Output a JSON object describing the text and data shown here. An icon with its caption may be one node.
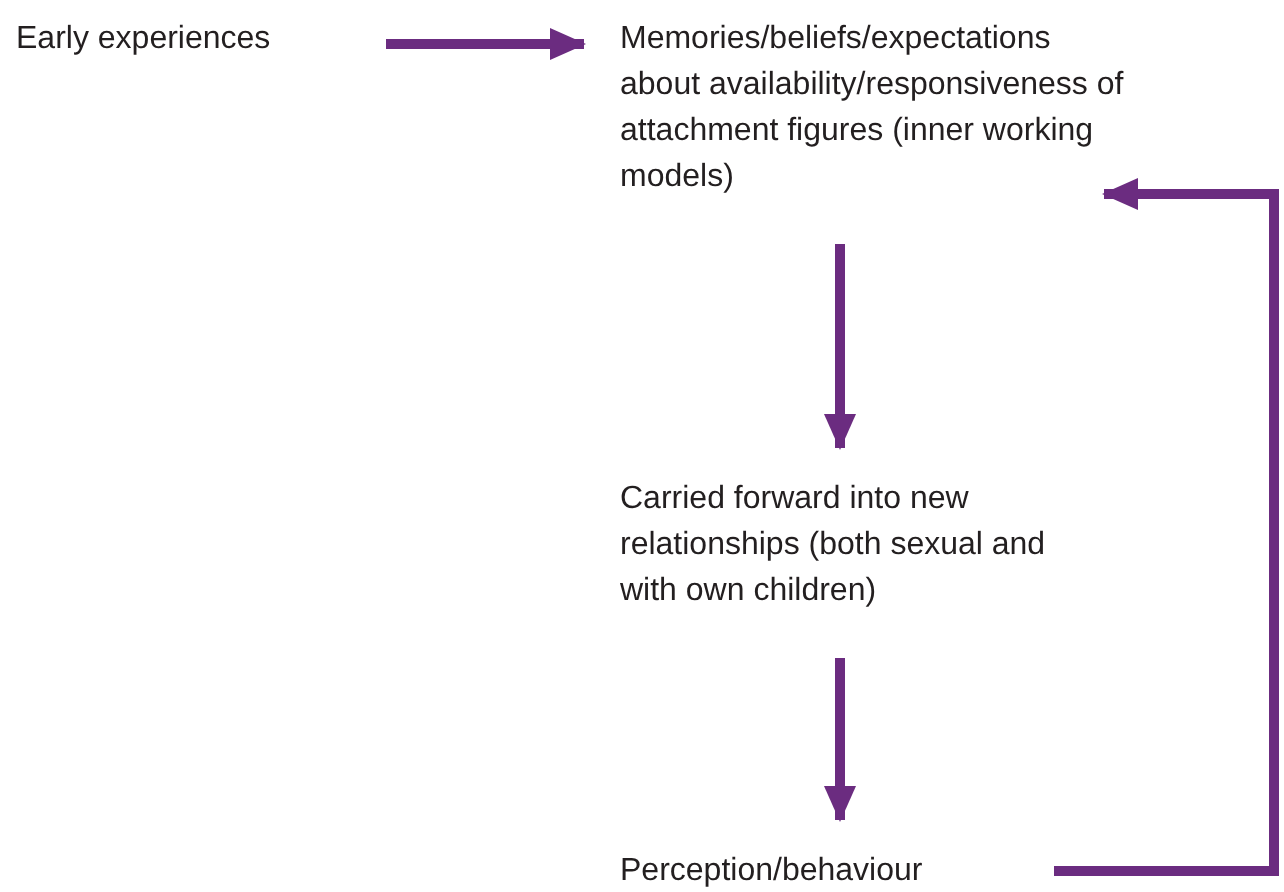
{
  "diagram": {
    "nodes": [
      {
        "text": [
          "Early experiences"
        ]
      },
      {
        "text": [
          "Memories/beliefs/expectations about availability/responsiveness of attachment figures (inner working models)"
        ]
      },
      {
        "text": [
          "Carried forward into new relationships (both sexual and with own children)"
        ]
      },
      {
        "text": [
          "Perception/behaviour"
        ]
      }
    ],
    "edges": [
      {
        "from": 0,
        "to": 1,
        "arrow": "to"
      },
      {
        "from": 1,
        "to": 2,
        "arrow": "to"
      },
      {
        "from": 2,
        "to": 3,
        "arrow": "to"
      },
      {
        "from": 3,
        "to": 1,
        "arrow": "to"
      }
    ]
  }
}
